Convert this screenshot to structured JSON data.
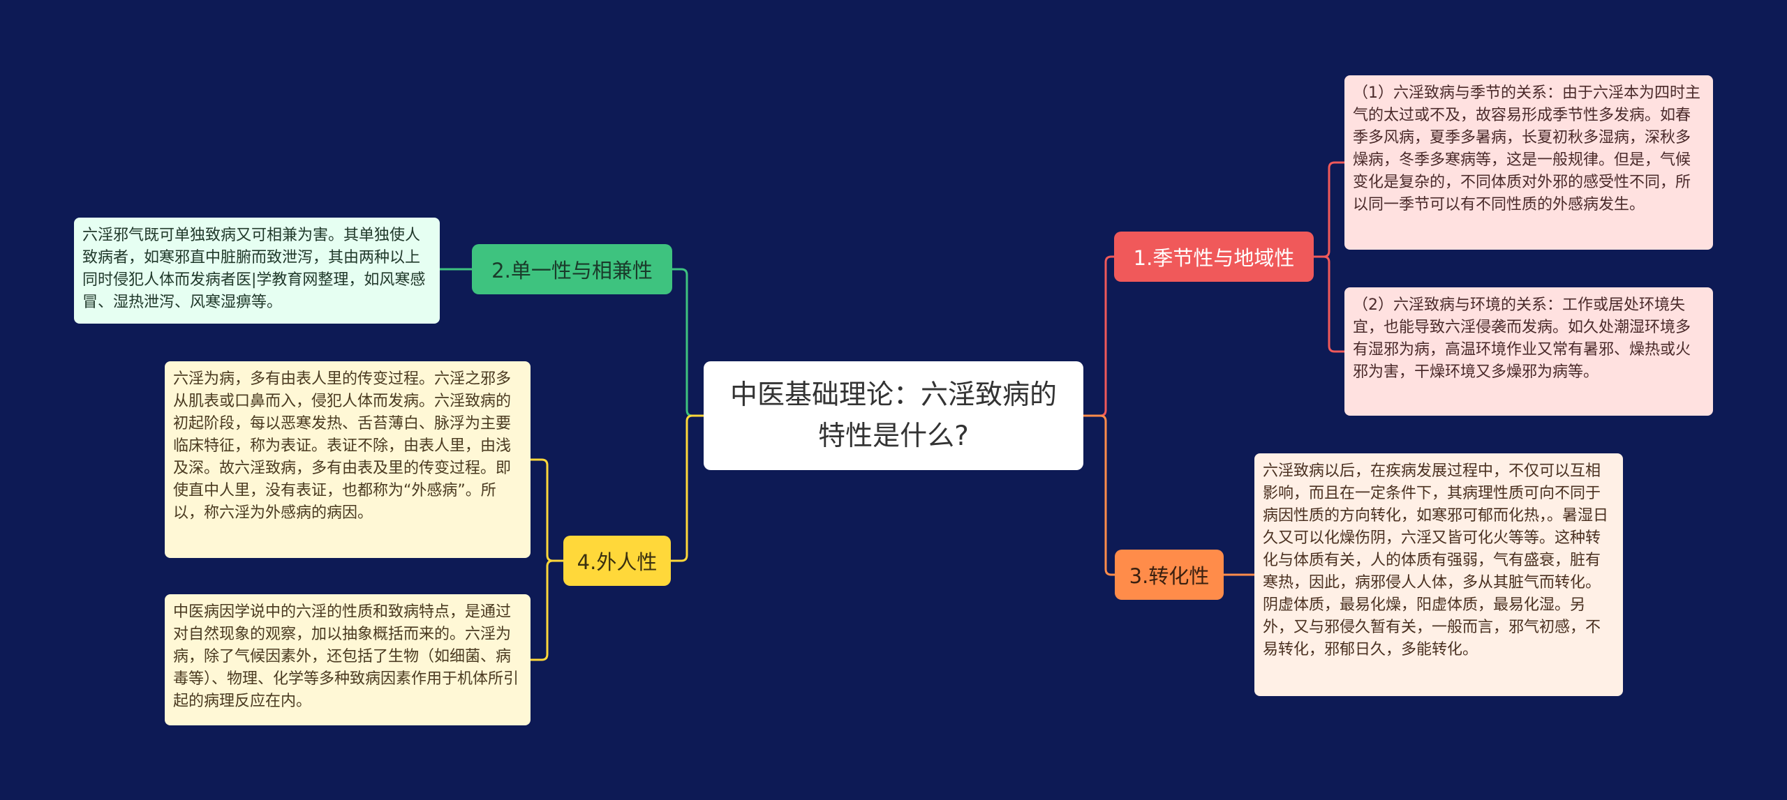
{
  "center": {
    "title": "中医基础理论：六淫致病的特性是什么?"
  },
  "colors": {
    "background": "#0d1a55",
    "branch1": "#f0595a",
    "branch2": "#3ec37f",
    "branch3": "#ff8c4a",
    "branch4": "#ffd83a"
  },
  "branches": [
    {
      "label": "1.季节性与地域性",
      "leaves": [
        "（1）六淫致病与季节的关系：由于六淫本为四时主气的太过或不及，故容易形成季节性多发病。如春季多风病，夏季多暑病，长夏初秋多湿病，深秋多燥病，冬季多寒病等，这是一般规律。但是，气候变化是复杂的，不同体质对外邪的感受性不同，所以同一季节可以有不同性质的外感病发生。",
        "（2）六淫致病与环境的关系：工作或居处环境失宜，也能导致六淫侵袭而发病。如久处潮湿环境多有湿邪为病，高温环境作业又常有暑邪、燥热或火邪为害，干燥环境又多燥邪为病等。"
      ]
    },
    {
      "label": "2.单一性与相兼性",
      "leaves": [
        "六淫邪气既可单独致病又可相兼为害。其单独使人致病者，如寒邪直中脏腑而致泄泻，其由两种以上同时侵犯人体而发病者医|学教育网整理，如风寒感冒、湿热泄泻、风寒湿痹等。"
      ]
    },
    {
      "label": "3.转化性",
      "leaves": [
        "六淫致病以后，在疾病发展过程中，不仅可以互相影响，而且在一定条件下，其病理性质可向不同于病因性质的方向转化，如寒邪可郁而化热，。暑湿日久又可以化燥伤阴，六淫又皆可化火等等。这种转化与体质有关，人的体质有强弱，气有盛衰，脏有寒热，因此，病邪侵人人体，多从其脏气而转化。阴虚体质，最易化燥，阳虚体质，最易化湿。另外，又与邪侵久暂有关，一般而言，邪气初感，不易转化，邪郁日久，多能转化。"
      ]
    },
    {
      "label": "4.外人性",
      "leaves": [
        "六淫为病，多有由表人里的传变过程。六淫之邪多从肌表或口鼻而入，侵犯人体而发病。六淫致病的初起阶段，每以恶寒发热、舌苔薄白、脉浮为主要临床特征，称为表证。表证不除，由表人里，由浅及深。故六淫致病，多有由表及里的传变过程。即使直中人里，没有表证，也都称为“外感病”。所以，称六淫为外感病的病因。",
        "中医病因学说中的六淫的性质和致病特点，是通过对自然现象的观察，加以抽象概括而来的。六淫为病，除了气候因素外，还包括了生物（如细菌、病毒等）、物理、化学等多种致病因素作用于机体所引起的病理反应在内。"
      ]
    }
  ]
}
